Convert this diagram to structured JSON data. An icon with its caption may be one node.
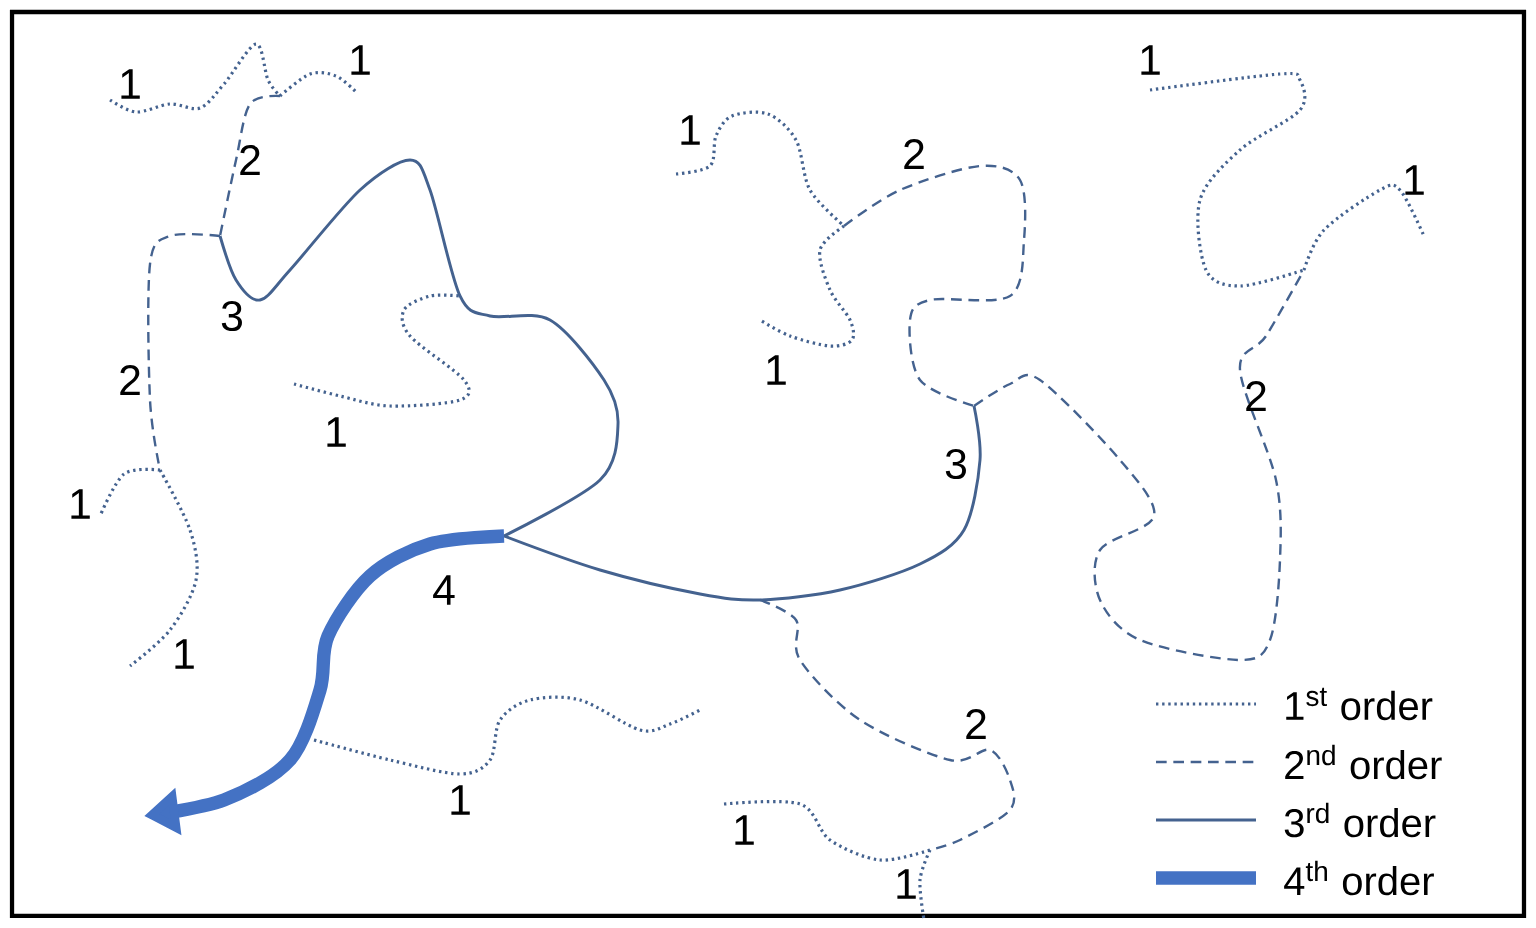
{
  "diagram": {
    "labels": [
      "1",
      "1",
      "1",
      "1",
      "2",
      "2",
      "1",
      "3",
      "1",
      "2",
      "2",
      "1",
      "3",
      "1",
      "4",
      "1",
      "2",
      "1",
      "1",
      "1"
    ],
    "legend": [
      {
        "text": "1$^{st}$ order"
      },
      {
        "text": "2$^{nd}$ order"
      },
      {
        "text": "3$^{rd}$ order"
      },
      {
        "text": "4$^{th}$ order"
      }
    ]
  }
}
